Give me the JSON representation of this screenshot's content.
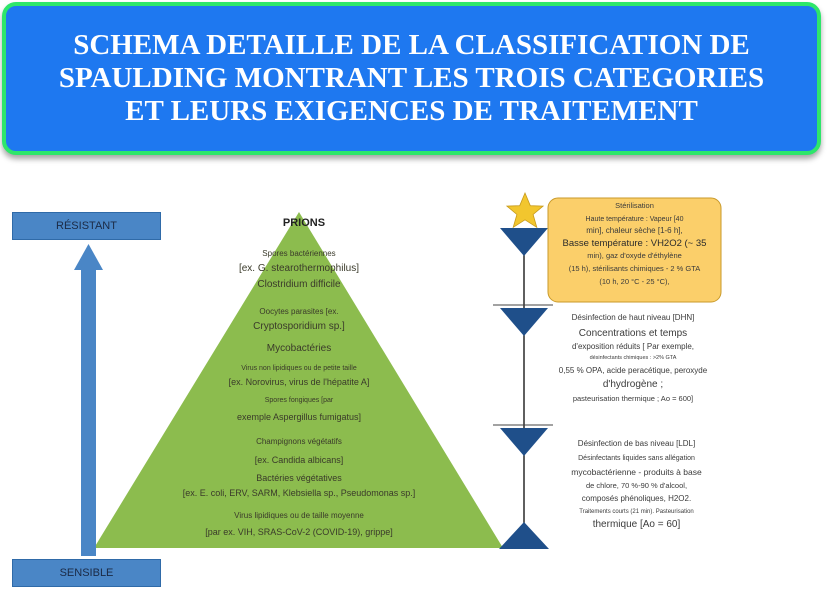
{
  "title": {
    "line1": "SCHEMA DETAILLE DE LA CLASSIFICATION DE",
    "line2": "SPAULDING MONTRANT LES TROIS CATEGORIES",
    "line3": "ET LEURS EXIGENCES DE TRAITEMENT"
  },
  "axis": {
    "top_label": "RÉSISTANT",
    "bottom_label": "SENSIBLE"
  },
  "pyramid": {
    "prions": "PRIONS",
    "spores_title": "Spores bactériennes",
    "spores_ex1": "[ex. G. stearothermophilus]",
    "spores_ex2": "Clostridium difficile",
    "oocysts_title": "Oocytes parasites [ex.",
    "oocysts_ex": "Cryptosporidium sp.]",
    "mycobacteria": "Mycobactéries",
    "virus_small_title": "Virus non lipidiques ou de petite taille",
    "virus_small_ex": "[ex. Norovirus, virus de l'hépatite A]",
    "fungal_spores_title": "Spores fongiques [par",
    "fungal_spores_ex": "exemple Aspergillus fumigatus]",
    "veg_fungi_title": "Champignons végétatifs",
    "veg_fungi_ex": "[ex. Candida albicans]",
    "veg_bacteria_title": "Bactéries végétatives",
    "veg_bacteria_ex": "[ex. E. coli, ERV, SARM, Klebsiella sp., Pseudomonas sp.]",
    "lipid_virus_title": "Virus lipidiques ou de taille moyenne",
    "lipid_virus_ex": "[par ex. VIH, SRAS-CoV-2 (COVID-19), grippe]"
  },
  "sterilization": {
    "title": "Stérilisation",
    "l1": "Haute température : Vapeur [40",
    "l2": "min], chaleur sèche [1-6 h],",
    "l3": "Basse température : VH2O2 (~ 35",
    "l4": "min), gaz d'oxyde d'éthylène",
    "l5": "(15 h), stérilisants chimiques - 2 % GTA",
    "l6": "(10 h, 20 °C - 25 °C),"
  },
  "high_level": {
    "title": "Désinfection de haut niveau [DHN]",
    "l1": "Concentrations et temps",
    "l2": "d'exposition réduits [ Par exemple,",
    "l3": "désinfectants chimiques : >2% GTA",
    "l4": "0,55 % OPA, acide peracétique, peroxyde",
    "l5": "d'hydrogène ;",
    "l6": "pasteurisation thermique ; Ao = 600]"
  },
  "low_level": {
    "title": "Désinfection de bas niveau [LDL]",
    "l1": "Désinfectants liquides sans allégation",
    "l2": "mycobactérienne - produits à base",
    "l3": "de chlore, 70 %-90 % d'alcool,",
    "l4": "composés phénoliques, H2O2.",
    "l5": "Traitements courts (21 min). Pasteurisation",
    "l6": "thermique [Ao = 60]"
  },
  "colors": {
    "banner": "#1e78f0",
    "banner_border": "#2ee66a",
    "pyramid": "#8cbc4e",
    "axis": "#4a86c6",
    "star": "#f2c62e",
    "triangle_marker": "#1f4f8a",
    "sterilization_box": "#fbcf6a"
  },
  "icons": [
    "star-icon",
    "triangle-marker-icon",
    "up-arrow-icon"
  ]
}
